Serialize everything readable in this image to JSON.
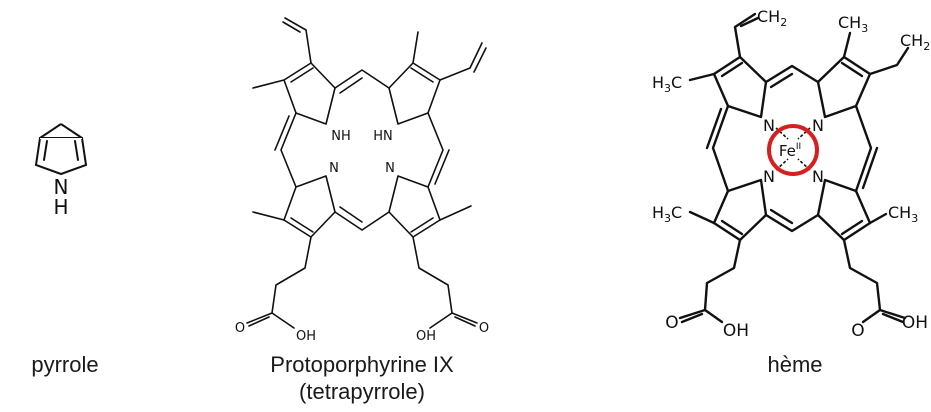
{
  "colors": {
    "bond": "#111111",
    "highlight": "#d62020",
    "background": "#ffffff"
  },
  "pyrrole": {
    "atom_n": "N",
    "atom_h": "H",
    "caption": "pyrrole"
  },
  "protoporphyrin": {
    "atom_nh": "NH",
    "atom_hn": "HN",
    "atom_n": "N",
    "label_o": "O",
    "label_oh": "OH",
    "caption_line1": "Protoporphyrine IX",
    "caption_line2": "(tetrapyrrole)"
  },
  "heme": {
    "atom_n": "N",
    "metal": "Fe",
    "metal_charge": "II",
    "ch2": "CH",
    "ch2_sub": "2",
    "ch3": "CH",
    "ch3_sub": "3",
    "h3c_h": "H",
    "h3c_sub": "3",
    "h3c_c": "C",
    "label_o": "O",
    "label_oh": "OH",
    "caption": "hème"
  }
}
